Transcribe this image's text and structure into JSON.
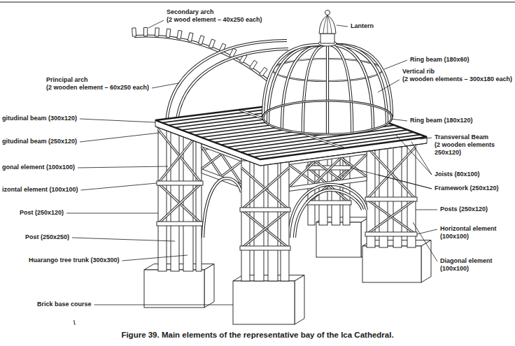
{
  "diagram": {
    "caption": "Figure 39. Main elements of the representative bay of the Ica Cathedral.",
    "labels": [
      "Secondary arch (2 wood element – 40x250 each)",
      "Lantern",
      "Principal arch (2 wooden element – 60x250 each)",
      "Ring beam (180x60)",
      "Vertical rib (2 wooden elements – 300x180 each)",
      "gitudinal beam (300x120)",
      "Ring beam (180x120)",
      "gitudinal beam (250x120)",
      "Transversal Beam (2 wooden elements 250x120)",
      "gonal element (100x100)",
      "Joists (80x100)",
      "izontal element (100x100)",
      "Framework (250x120)",
      "Post (250x120)",
      "Posts (250x120)",
      "Post (250x250)",
      "Horizontal element (100x100)",
      "Huarango tree trunk (300x300)",
      "Diagonal element (100x100)",
      "Brick base course",
      "\\"
    ]
  }
}
